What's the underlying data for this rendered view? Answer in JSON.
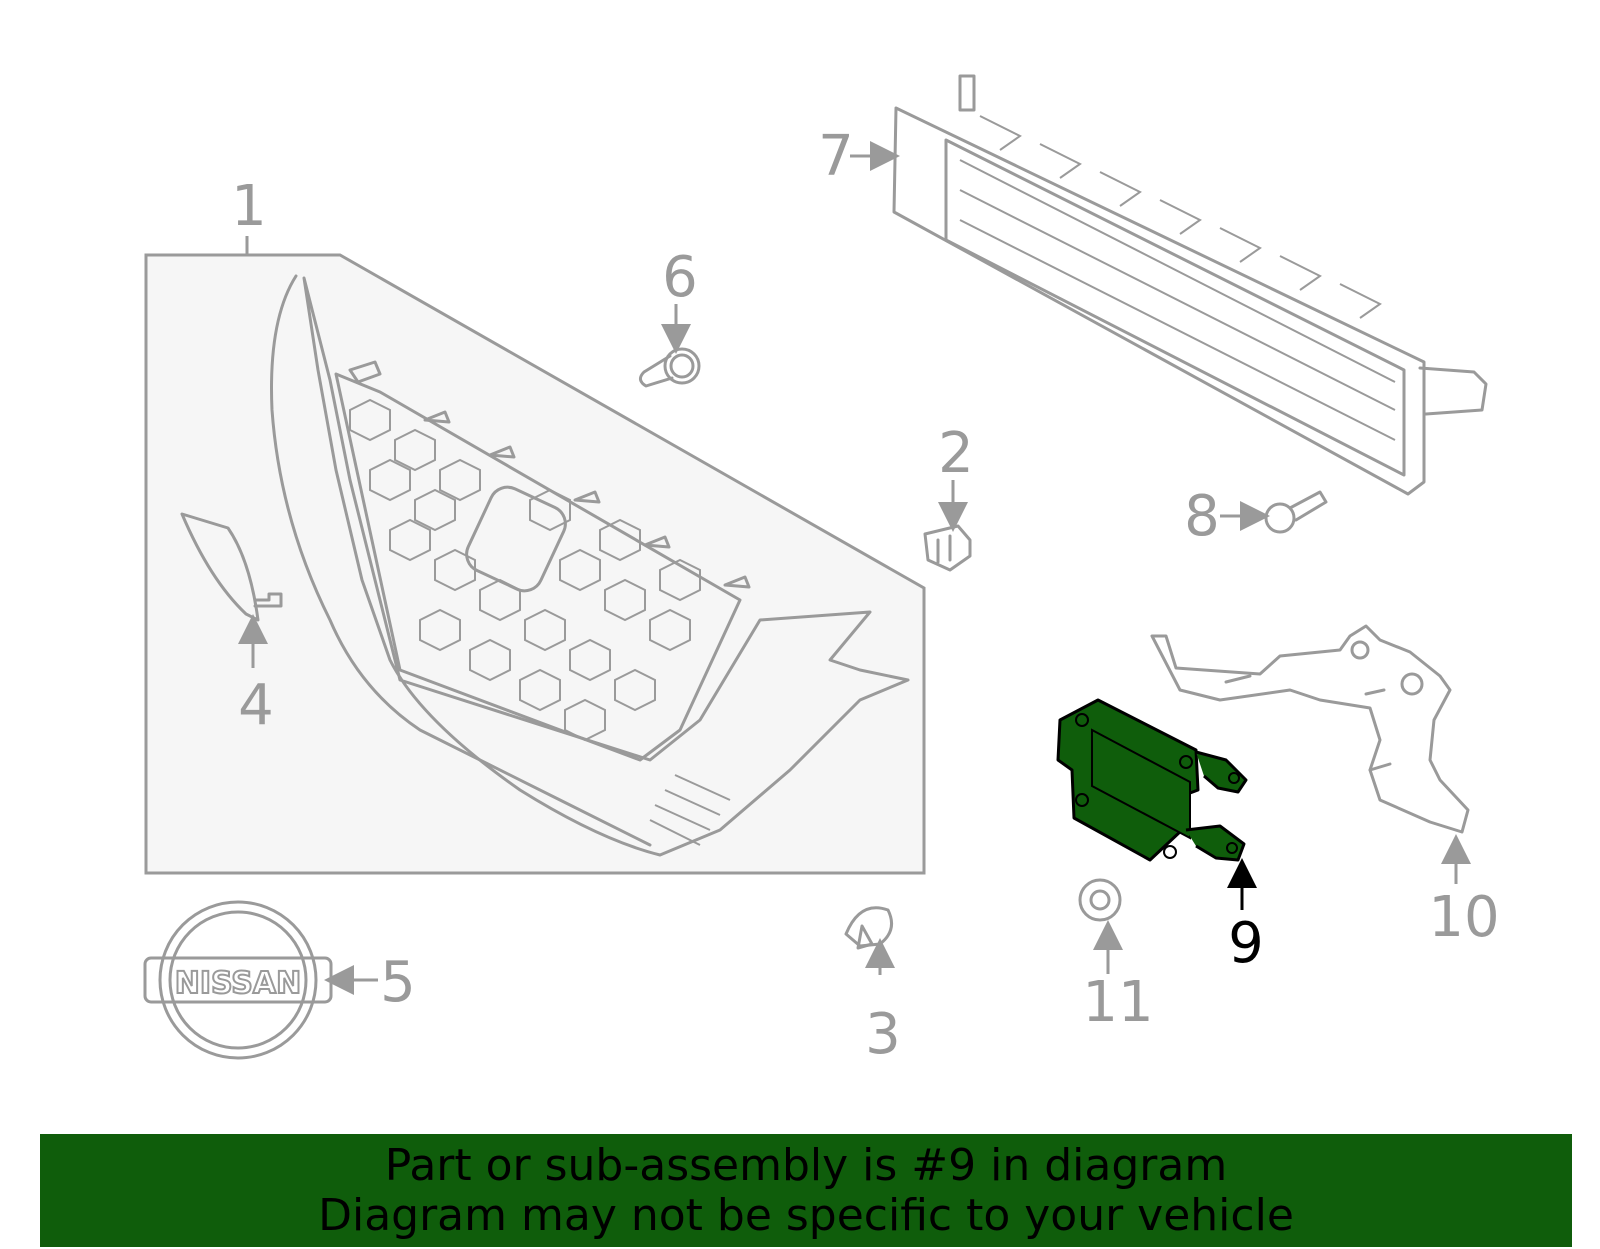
{
  "diagram": {
    "highlight_color": "#0f5d0b",
    "line_color": "#9a9a9a",
    "callouts": [
      {
        "id": "1",
        "label": "1"
      },
      {
        "id": "2",
        "label": "2"
      },
      {
        "id": "3",
        "label": "3"
      },
      {
        "id": "4",
        "label": "4"
      },
      {
        "id": "5",
        "label": "5"
      },
      {
        "id": "6",
        "label": "6"
      },
      {
        "id": "7",
        "label": "7"
      },
      {
        "id": "8",
        "label": "8"
      },
      {
        "id": "9",
        "label": "9",
        "highlighted": true
      },
      {
        "id": "10",
        "label": "10"
      },
      {
        "id": "11",
        "label": "11"
      }
    ],
    "emblem_text": "NISSAN"
  },
  "banner": {
    "line1": "Part or sub-assembly is #9 in diagram",
    "line2": "Diagram may not be specific to your vehicle",
    "background": "#0f5d0b"
  }
}
